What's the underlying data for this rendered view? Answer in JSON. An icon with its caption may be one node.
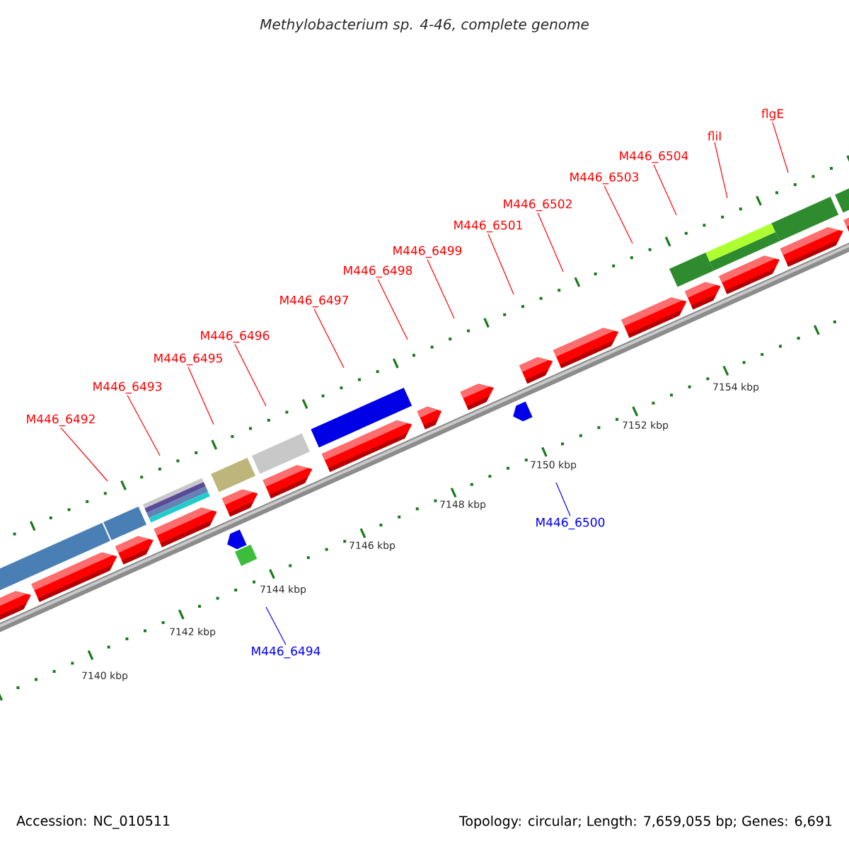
{
  "diagram": {
    "title": "Methylobacterium sp. 4-46, complete genome",
    "nodes": [
      {
        "text": [
          "M446_6492"
        ]
      },
      {
        "text": [
          "M446_6493"
        ]
      },
      {
        "text": [
          "M446_6494"
        ]
      },
      {
        "text": [
          "M446_6495"
        ]
      },
      {
        "text": [
          "M446_6496"
        ]
      },
      {
        "text": [
          "M446_6497"
        ]
      },
      {
        "text": [
          "M446_6498"
        ]
      },
      {
        "text": [
          "M446_6499"
        ]
      },
      {
        "text": [
          "M446_6500"
        ]
      },
      {
        "text": [
          "M446_6501"
        ]
      },
      {
        "text": [
          "M446_6502"
        ]
      },
      {
        "text": [
          "M446_6503"
        ]
      },
      {
        "text": [
          "M446_6504"
        ]
      },
      {
        "text": [
          "fliI"
        ]
      },
      {
        "text": [
          "flgE"
        ]
      }
    ],
    "edges": [
      {
        "from": 0,
        "to": null,
        "arrow": "none"
      },
      {
        "from": 1,
        "to": null,
        "arrow": "none"
      },
      {
        "from": 2,
        "to": null,
        "arrow": "none",
        "color": "#0000ff"
      },
      {
        "from": 3,
        "to": null,
        "arrow": "none"
      },
      {
        "from": 4,
        "to": null,
        "arrow": "none"
      },
      {
        "from": 5,
        "to": null,
        "arrow": "none"
      },
      {
        "from": 6,
        "to": null,
        "arrow": "none"
      },
      {
        "from": 7,
        "to": null,
        "arrow": "none"
      },
      {
        "from": 8,
        "to": null,
        "arrow": "none",
        "color": "#0000ff"
      },
      {
        "from": 9,
        "to": null,
        "arrow": "none"
      },
      {
        "from": 10,
        "to": null,
        "arrow": "none"
      },
      {
        "from": 11,
        "to": null,
        "arrow": "none"
      },
      {
        "from": 12,
        "to": null,
        "arrow": "none"
      },
      {
        "from": 13,
        "to": null,
        "arrow": "none"
      },
      {
        "from": 14,
        "to": null,
        "arrow": "none"
      }
    ],
    "labels": [
      "7154 kbp",
      "7152 kbp",
      "7150 kbp",
      "7148 kbp",
      "7146 kbp",
      "7144 kbp",
      "7142 kbp",
      "7140 kbp",
      "Accession: NC_010511",
      "Topology: circular; Length: 7,659,055 bp; Genes: 6,691"
    ]
  }
}
